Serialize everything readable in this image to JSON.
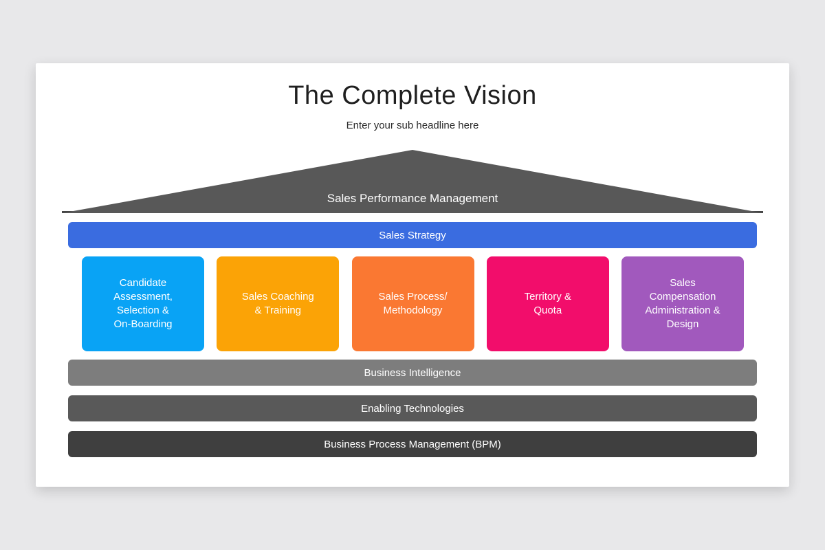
{
  "page": {
    "background_color": "#e8e8ea",
    "card_color": "#ffffff"
  },
  "header": {
    "title": "The Complete Vision",
    "subtitle": "Enter your sub headline here"
  },
  "pyramid": {
    "roof": {
      "label": "Sales Performance Management",
      "color": "#585858",
      "baseline_color": "#454545"
    },
    "strategy_bar": {
      "label": "Sales Strategy",
      "color": "#3a6ce0"
    },
    "pillars": [
      {
        "label": "Candidate\nAssessment,\nSelection &\nOn-Boarding",
        "color": "#09a3f5"
      },
      {
        "label": "Sales Coaching\n& Training",
        "color": "#fba306"
      },
      {
        "label": "Sales Process/\nMethodology",
        "color": "#fa7832"
      },
      {
        "label": "Territory &\nQuota",
        "color": "#f20d6b"
      },
      {
        "label": "Sales\nCompensation\nAdministration &\nDesign",
        "color": "#a159bd"
      }
    ],
    "foundation_bars": [
      {
        "label": "Business Intelligence",
        "color": "#7d7d7d"
      },
      {
        "label": "Enabling Technologies",
        "color": "#595959"
      },
      {
        "label": "Business Process Management (BPM)",
        "color": "#3f3f3f"
      }
    ]
  }
}
